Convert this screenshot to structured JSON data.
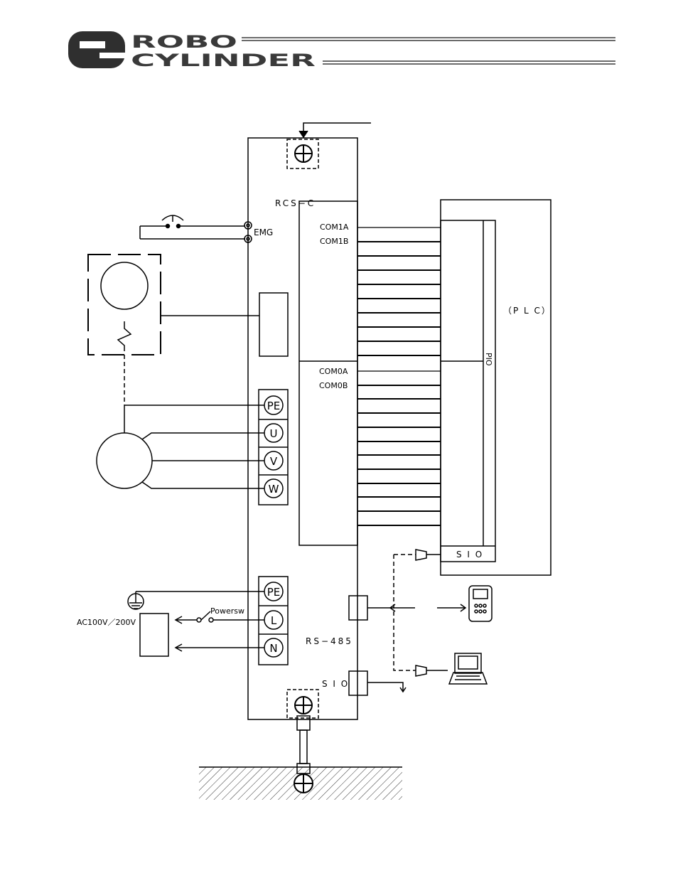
{
  "header": {
    "logo_mark": "RC",
    "logo_line1": "ROBO",
    "logo_line2": "CYLINDER"
  },
  "controller": {
    "model": "RCS−C",
    "emg": "EMG",
    "motor_terminals": [
      "PE",
      "U",
      "V",
      "W"
    ],
    "power_terminals": [
      "PE",
      "L",
      "N"
    ],
    "rs485": "RS−485",
    "sio": "S I O"
  },
  "io": {
    "com1a": "COM1A",
    "com1b": "COM1B",
    "com0a": "COM0A",
    "com0b": "COM0B"
  },
  "plc": {
    "label": "（P L C）",
    "pio": "PIO",
    "sio": "S I O"
  },
  "power": {
    "switch": "Powersw",
    "supply": "AC100V／200V"
  }
}
